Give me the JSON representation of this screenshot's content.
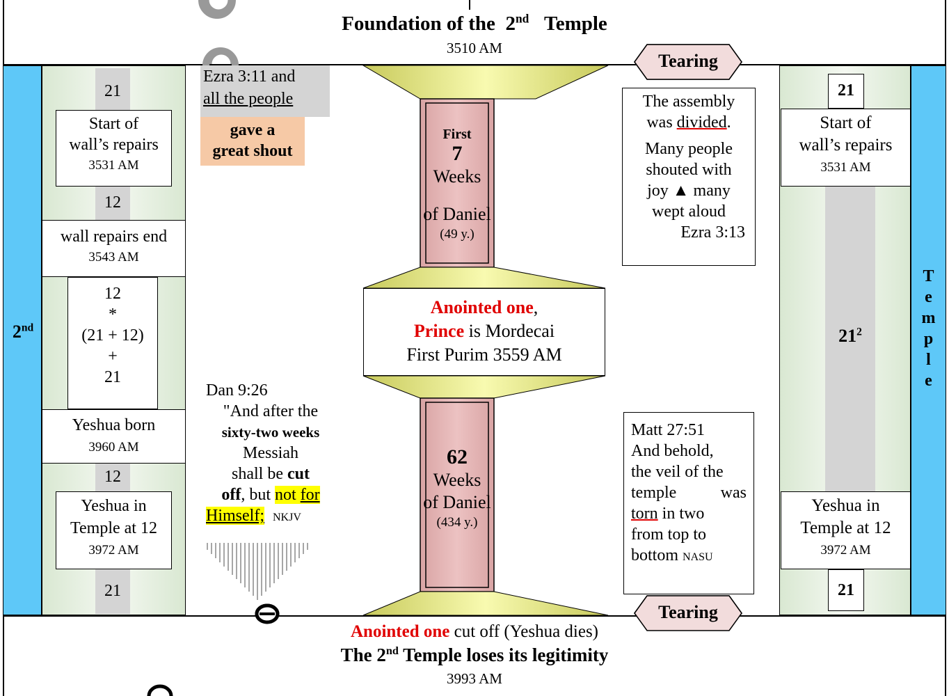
{
  "top_banner": {
    "title_pre": "Foundation of the",
    "title_num": "2",
    "title_sup": "nd",
    "title_post": "Temple",
    "year": "3510 AM"
  },
  "bottom_banner": {
    "line1_red": "Anointed one",
    "line1_rest": " cut off (Yeshua dies)",
    "line2_pre": "The 2",
    "line2_sup": "nd",
    "line2_post": " Temple loses its legitimity",
    "year": "3993 AM"
  },
  "left_side_label": {
    "num": "2",
    "sup": "nd"
  },
  "right_side_label": [
    "T",
    "e",
    "m",
    "p",
    "l",
    "e"
  ],
  "left_column": {
    "n21_top": "21",
    "start_repairs": [
      "Start of",
      "wall’s repairs",
      "3531 AM"
    ],
    "n12_a": "12",
    "repairs_end": [
      "wall repairs end",
      "3543 AM"
    ],
    "formula": [
      "12",
      "*",
      "(21 + 12)",
      "+",
      "21"
    ],
    "yeshua_born": [
      "Yeshua  born",
      "3960 AM"
    ],
    "n12_b": "12",
    "yeshua_temple": [
      "Yeshua  in",
      "Temple at 12",
      "3972 AM"
    ],
    "n21_bottom": "21"
  },
  "right_column": {
    "n21_top": "21",
    "start_repairs": [
      "Start of",
      "wall’s repairs",
      "3531 AM"
    ],
    "square_base": "21",
    "square_exp": "2",
    "yeshua_temple": [
      "Yeshua  in",
      "Temple at 12",
      "3972 AM"
    ],
    "n21_bottom": "21"
  },
  "ezra_note": {
    "line1": "Ezra 3:11 and",
    "line2": "all the people",
    "shout1": "gave a",
    "shout2": "great shout"
  },
  "dan_note": {
    "ref": "Dan 9:26",
    "l1": "\"And after the",
    "l2": "sixty-two weeks",
    "l3": "Messiah",
    "l4a": "shall be ",
    "l4b": "cut",
    "l5a": "off",
    "l5b": ", but ",
    "l5c": "not ",
    "l5d": "for",
    "l6a": "Himself;",
    "l6b": "NKJV"
  },
  "assembly_note": {
    "l1": "The assembly",
    "l2a": "was ",
    "l2b": "divided",
    "l2c": ".",
    "l3": "Many people",
    "l4": "shouted with",
    "l5": "joy ▲  many",
    "l6": "wept aloud",
    "l7": "Ezra 3:13"
  },
  "matt_note": {
    "l1": "Matt 27:51",
    "l2": "And   behold,",
    "l3": "the veil of the",
    "l4a": "temple",
    "l4b": "was",
    "l5a": "torn",
    "l5b": " in  two",
    "l6": "from  top  to",
    "l7a": "bottom ",
    "l7b": "NASU"
  },
  "tearing_top": "Tearing",
  "tearing_bottom": "Tearing",
  "first_weeks": {
    "first": "First",
    "num": "7",
    "w1": "Weeks",
    "w2": "of Daniel",
    "yrs": "(49 y.)"
  },
  "second_weeks": {
    "num": "62",
    "w1": "Weeks",
    "w2": "of Daniel",
    "yrs": "(434 y.)"
  },
  "anointed_box": {
    "red1": "Anointed one",
    "comma": ",",
    "red2": "Prince",
    "rest": " is Mordecai",
    "line3": "First Purim  3559 AM"
  },
  "colors": {
    "side_blue": "#5ec8f8",
    "column_green": "#e6efdf",
    "weeks_pink": "#e4b3b3",
    "hourglass_yellow": "#eef08a",
    "tearing_pink": "#f2dcdc",
    "shout_orange": "#f6c9a6",
    "grey": "#d4d4d4",
    "highlight": "#ffff00",
    "accent_red": "#e00000"
  }
}
